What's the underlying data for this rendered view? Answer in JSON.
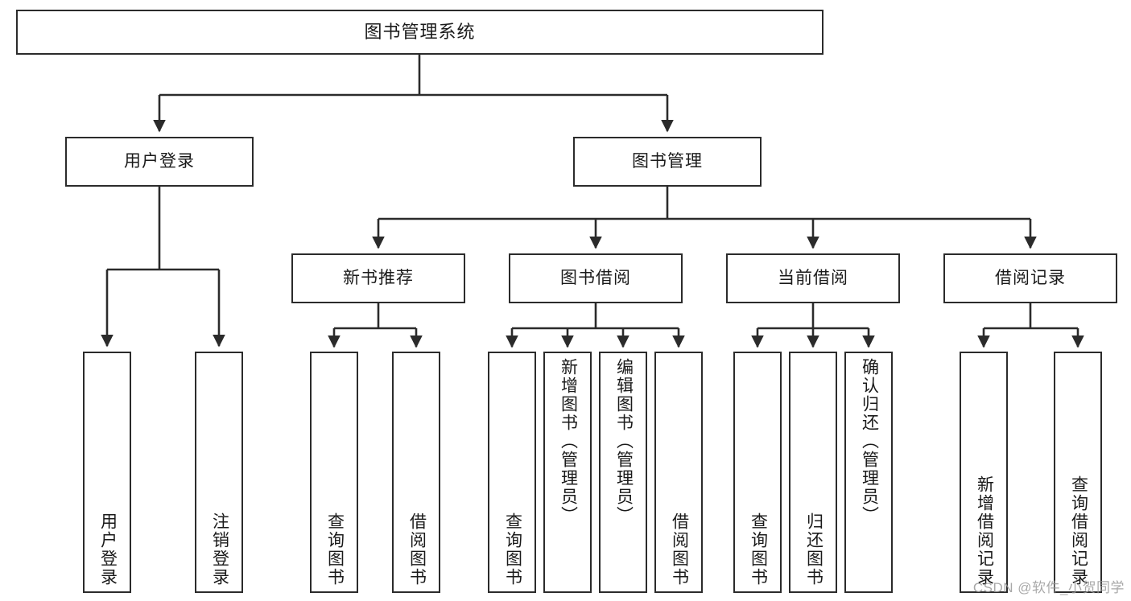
{
  "diagram": {
    "title": "图书管理系统",
    "type": "tree",
    "watermark": "CSDN @软件_小贺同学",
    "colors": {
      "border": "#2b2b2b",
      "background": "#ffffff",
      "text": "#1a1a1a",
      "watermark": "#9a9a9a"
    },
    "levels": {
      "root": {
        "label": "图书管理系统"
      },
      "tier2": [
        {
          "label": "用户登录"
        },
        {
          "label": "图书管理"
        }
      ],
      "tier3": [
        {
          "label": "新书推荐"
        },
        {
          "label": "图书借阅"
        },
        {
          "label": "当前借阅"
        },
        {
          "label": "借阅记录"
        }
      ],
      "leaves": {
        "user_login": [
          {
            "label": "用户登录"
          },
          {
            "label": "注销登录"
          }
        ],
        "new_book_recommend": [
          {
            "label": "查询图书"
          },
          {
            "label": "借阅图书"
          }
        ],
        "book_borrow": [
          {
            "label": "查询图书"
          },
          {
            "label": "新增图书（管理员）"
          },
          {
            "label": "编辑图书（管理员）"
          },
          {
            "label": "借阅图书"
          }
        ],
        "current_borrow": [
          {
            "label": "查询图书"
          },
          {
            "label": "归还图书"
          },
          {
            "label": "确认归还（管理员）"
          }
        ],
        "borrow_record": [
          {
            "label": "新增借阅记录"
          },
          {
            "label": "查询借阅记录"
          }
        ]
      }
    }
  }
}
